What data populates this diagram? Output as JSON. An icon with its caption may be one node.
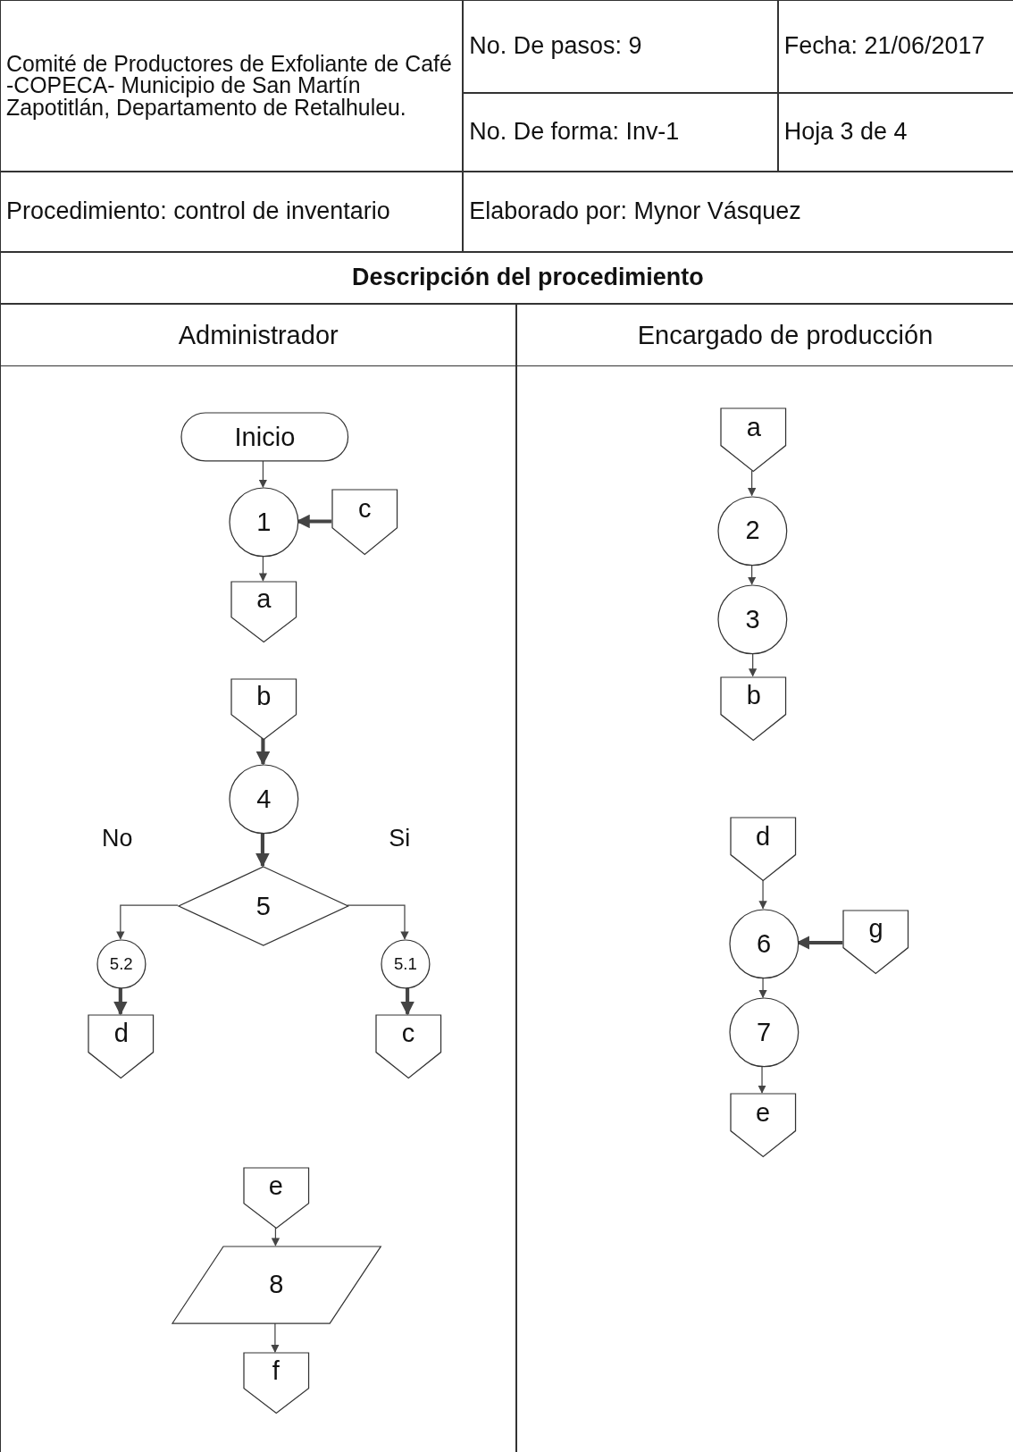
{
  "diagram": {
    "nodes": [
      {
        "text": [
          "Administrador"
        ]
      },
      {
        "text": [
          "Encargado de producción"
        ]
      },
      {
        "text": [
          "Inicio"
        ],
        "in": 0
      },
      {
        "text": [
          "1"
        ],
        "in": 0
      },
      {
        "text": [
          "c"
        ],
        "in": 0
      },
      {
        "text": [
          "a"
        ],
        "in": 0
      },
      {
        "text": [
          "b"
        ],
        "in": 0
      },
      {
        "text": [
          "4"
        ],
        "in": 0
      },
      {
        "text": [
          "5"
        ],
        "in": 0
      },
      {
        "text": [
          "5.2"
        ],
        "in": 0
      },
      {
        "text": [
          "5.1"
        ],
        "in": 0
      },
      {
        "text": [
          "d"
        ],
        "in": 0
      },
      {
        "text": [
          "c"
        ],
        "in": 0
      },
      {
        "text": [
          "e"
        ],
        "in": 0
      },
      {
        "text": [
          "8"
        ],
        "in": 0
      },
      {
        "text": [
          "f"
        ],
        "in": 0
      },
      {
        "text": [
          "a"
        ],
        "in": 1
      },
      {
        "text": [
          "2"
        ],
        "in": 1
      },
      {
        "text": [
          "3"
        ],
        "in": 1
      },
      {
        "text": [
          "b"
        ],
        "in": 1
      },
      {
        "text": [
          "d"
        ],
        "in": 1
      },
      {
        "text": [
          "6"
        ],
        "in": 1
      },
      {
        "text": [
          "g"
        ],
        "in": 1
      },
      {
        "text": [
          "7"
        ],
        "in": 1
      },
      {
        "text": [
          "e"
        ],
        "in": 1
      }
    ],
    "edges": [
      {
        "from": 2,
        "to": 3,
        "arrow": "to"
      },
      {
        "from": 4,
        "to": 3,
        "arrow": "to",
        "style": "thick"
      },
      {
        "from": 3,
        "to": 5,
        "arrow": "to"
      },
      {
        "from": 6,
        "to": 7,
        "arrow": "to",
        "style": "thick"
      },
      {
        "from": 7,
        "to": 8,
        "arrow": "to",
        "style": "thick"
      },
      {
        "from": 8,
        "to": 9,
        "arrow": "to",
        "label": "No"
      },
      {
        "from": 8,
        "to": 10,
        "arrow": "to",
        "label": "Si"
      },
      {
        "from": 9,
        "to": 11,
        "arrow": "to",
        "style": "thick"
      },
      {
        "from": 10,
        "to": 12,
        "arrow": "to",
        "style": "thick"
      },
      {
        "from": 13,
        "to": 14,
        "arrow": "to"
      },
      {
        "from": 14,
        "to": 15,
        "arrow": "to"
      },
      {
        "from": 16,
        "to": 17,
        "arrow": "to"
      },
      {
        "from": 17,
        "to": 18,
        "arrow": "to"
      },
      {
        "from": 18,
        "to": 19,
        "arrow": "to"
      },
      {
        "from": 20,
        "to": 21,
        "arrow": "to"
      },
      {
        "from": 22,
        "to": 21,
        "arrow": "to",
        "style": "thick"
      },
      {
        "from": 21,
        "to": 23,
        "arrow": "to"
      },
      {
        "from": 23,
        "to": 24,
        "arrow": "to"
      }
    ],
    "labels": [
      "Comité de Productores de Exfoliante de Café -COPECA- Municipio de San Martín Zapotitlán, Departamento de Retalhuleu.",
      "No. De pasos: 9",
      "Fecha: 21/06/2017",
      "No. De forma: Inv-1",
      "Hoja 3 de 4",
      "Procedimiento: control de inventario",
      "Elaborado por: Mynor Vásquez",
      "Descripción del procedimiento"
    ]
  }
}
